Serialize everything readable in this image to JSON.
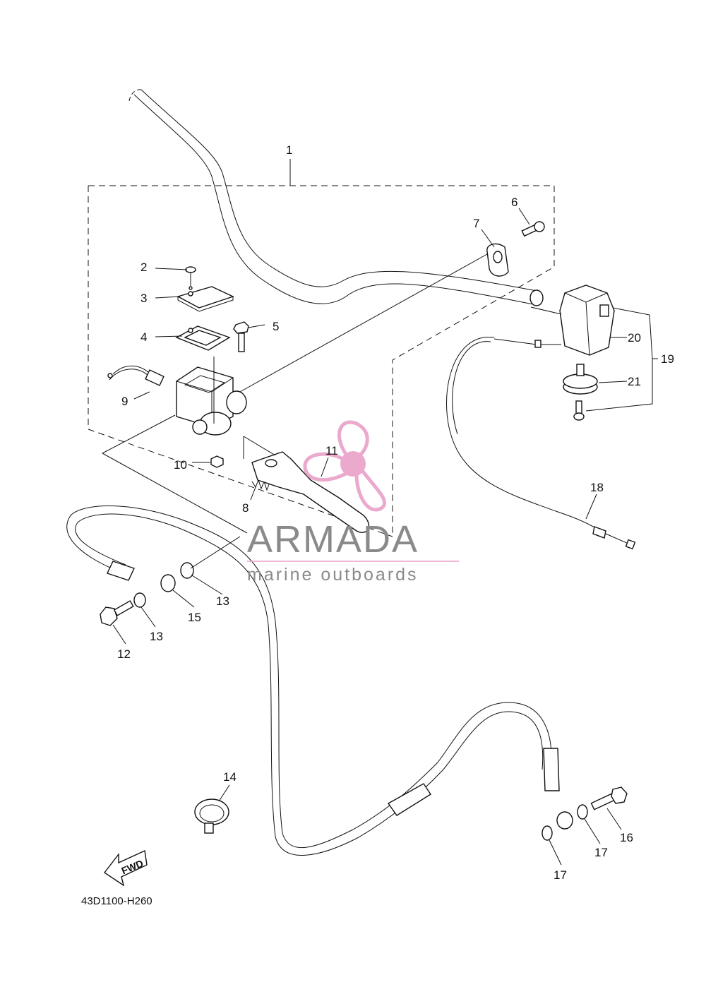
{
  "diagram_code": "43D1100-H260",
  "direction_label": "FWD",
  "watermark": {
    "brand": "ARMADA",
    "tagline": "marine outboards",
    "logo_color": "#e8a0c8",
    "text_color": "#8a8a8a"
  },
  "callouts": {
    "c1": "1",
    "c2": "2",
    "c3": "3",
    "c4": "4",
    "c5": "5",
    "c6": "6",
    "c7": "7",
    "c8": "8",
    "c9": "9",
    "c10": "10",
    "c11": "11",
    "c12": "12",
    "c13a": "13",
    "c13b": "13",
    "c14": "14",
    "c15": "15",
    "c16": "16",
    "c17a": "17",
    "c17b": "17",
    "c18": "18",
    "c19": "19",
    "c20": "20",
    "c21": "21"
  }
}
